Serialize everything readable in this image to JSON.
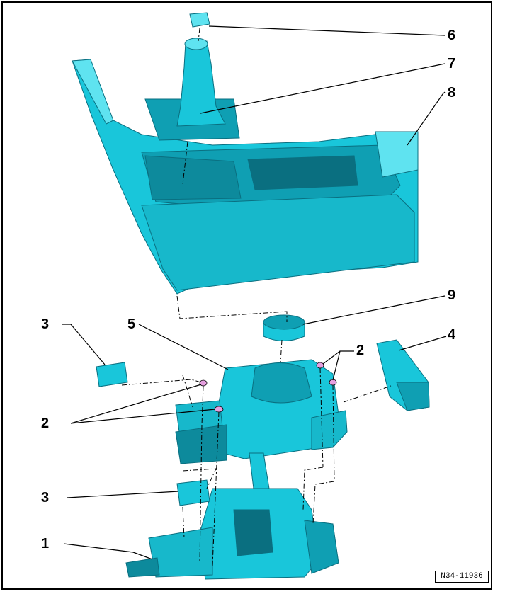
{
  "colors": {
    "part_fill": "#19c6da",
    "part_shade": "#0f9fb3",
    "part_dark": "#0a6f80",
    "part_light": "#5fe3f0",
    "nut_fill": "#e6a0e0",
    "outline": "#000000",
    "leader": "#000000",
    "dash": "#000000"
  },
  "callouts": [
    {
      "id": "6",
      "label": "6"
    },
    {
      "id": "7",
      "label": "7"
    },
    {
      "id": "8",
      "label": "8"
    },
    {
      "id": "9",
      "label": "9"
    },
    {
      "id": "5",
      "label": "5"
    },
    {
      "id": "3a",
      "label": "3"
    },
    {
      "id": "4",
      "label": "4"
    },
    {
      "id": "2a",
      "label": "2"
    },
    {
      "id": "2b",
      "label": "2"
    },
    {
      "id": "3b",
      "label": "3"
    },
    {
      "id": "1",
      "label": "1"
    }
  ],
  "drawing_id": "N34-11936"
}
